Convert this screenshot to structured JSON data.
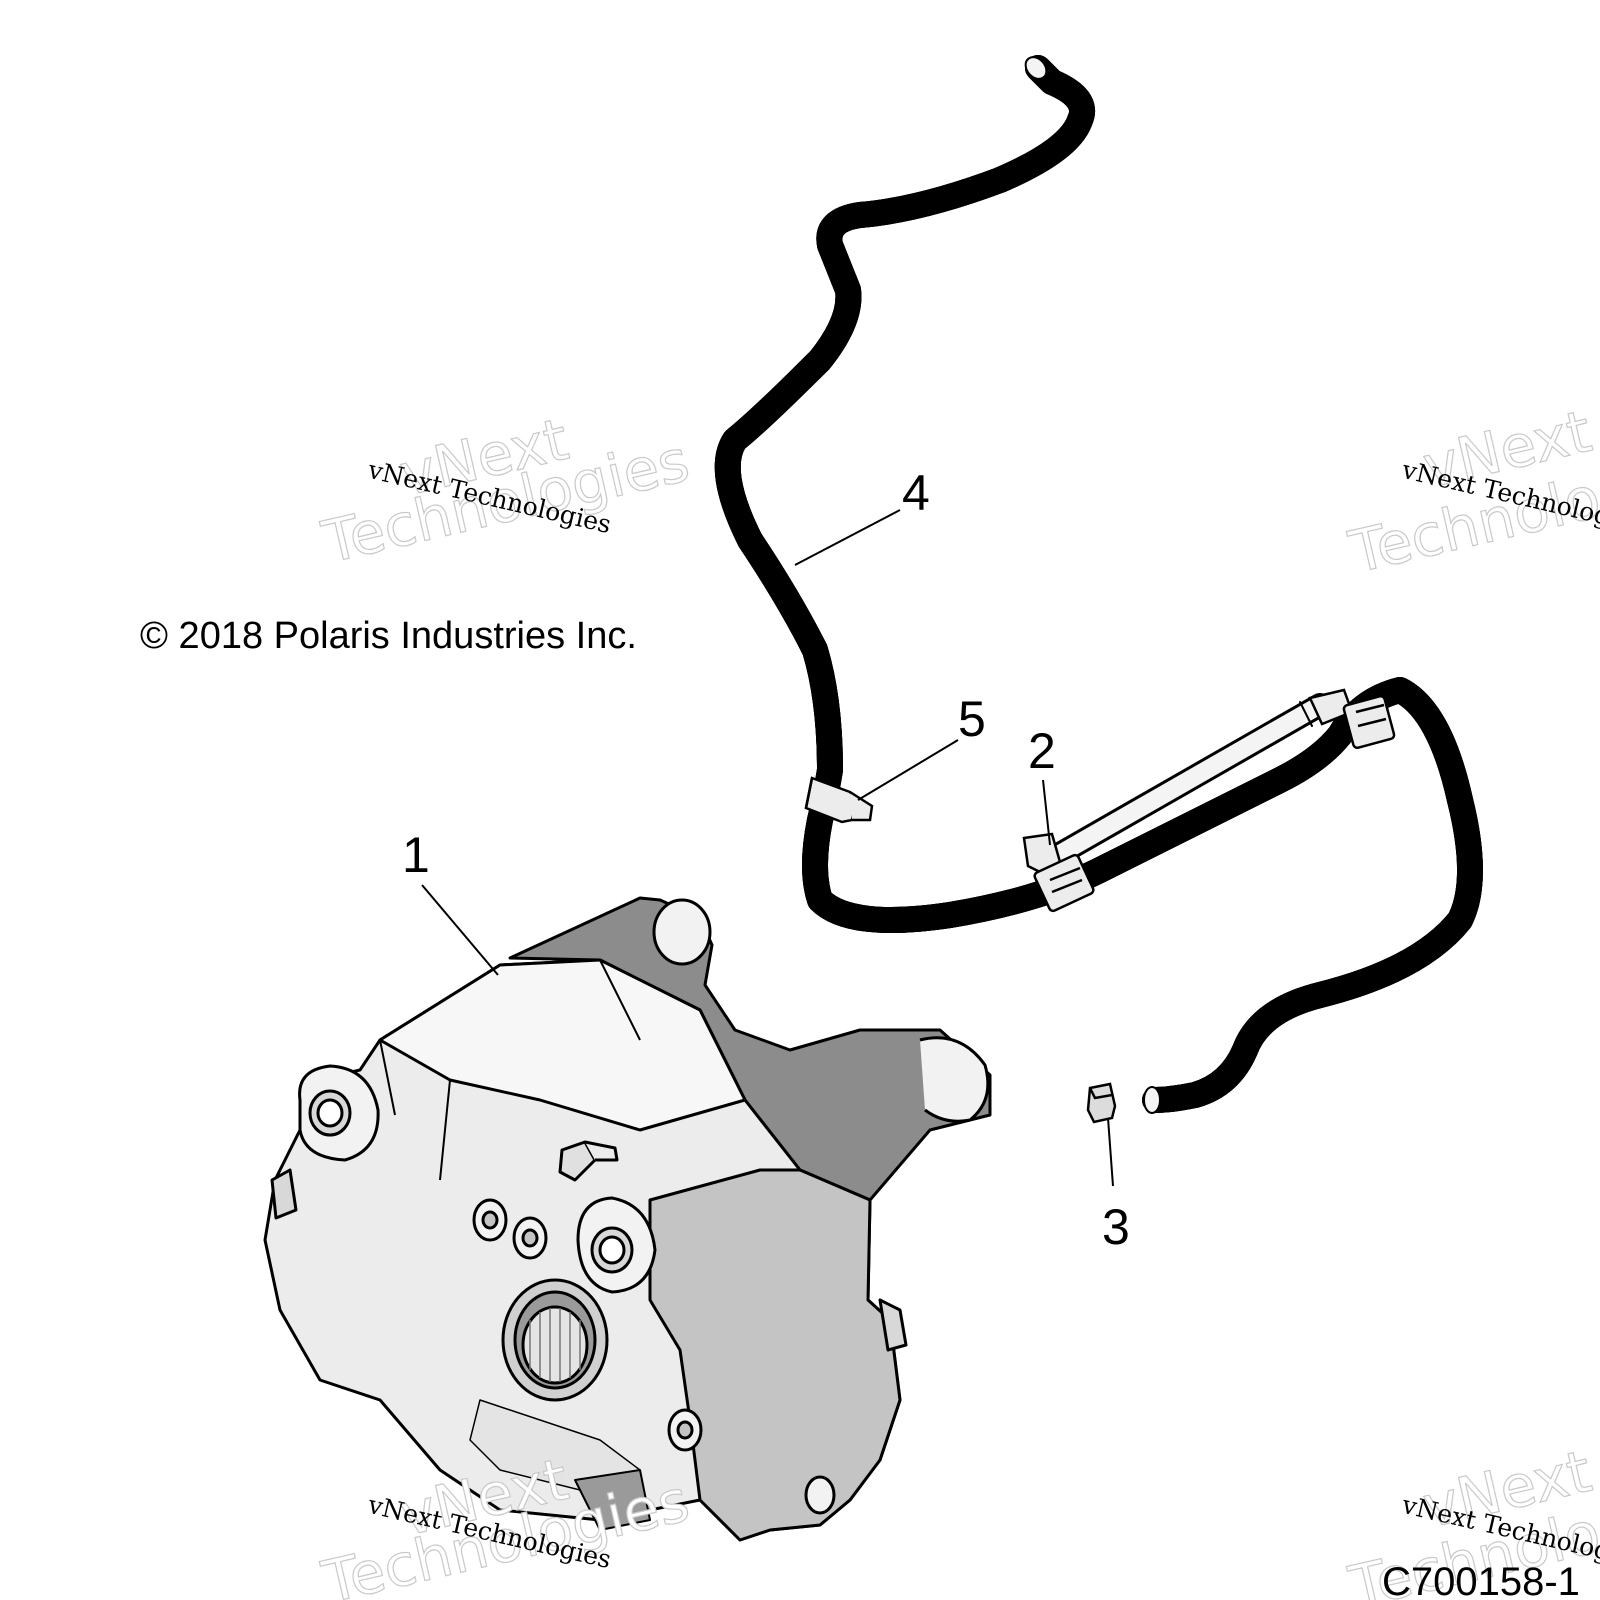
{
  "diagram": {
    "copyright": "© 2018 Polaris Industries Inc.",
    "figure_code": "C700158-1",
    "callouts": [
      {
        "number": "1",
        "part": "gearcase-assembly"
      },
      {
        "number": "2",
        "part": "hose-clip"
      },
      {
        "number": "3",
        "part": "hose-plug"
      },
      {
        "number": "4",
        "part": "vent-hose"
      },
      {
        "number": "5",
        "part": "hose-clamp"
      }
    ],
    "watermark": {
      "small": "vNext Technologies",
      "big_line1": "vNext",
      "big_line2": "Technologies"
    },
    "colors": {
      "line": "#000000",
      "shade_dark": "#8c8c8c",
      "shade_mid": "#c4c4c4",
      "shade_light": "#e6e6e6",
      "hose_fill": "#f4f4f4"
    }
  }
}
